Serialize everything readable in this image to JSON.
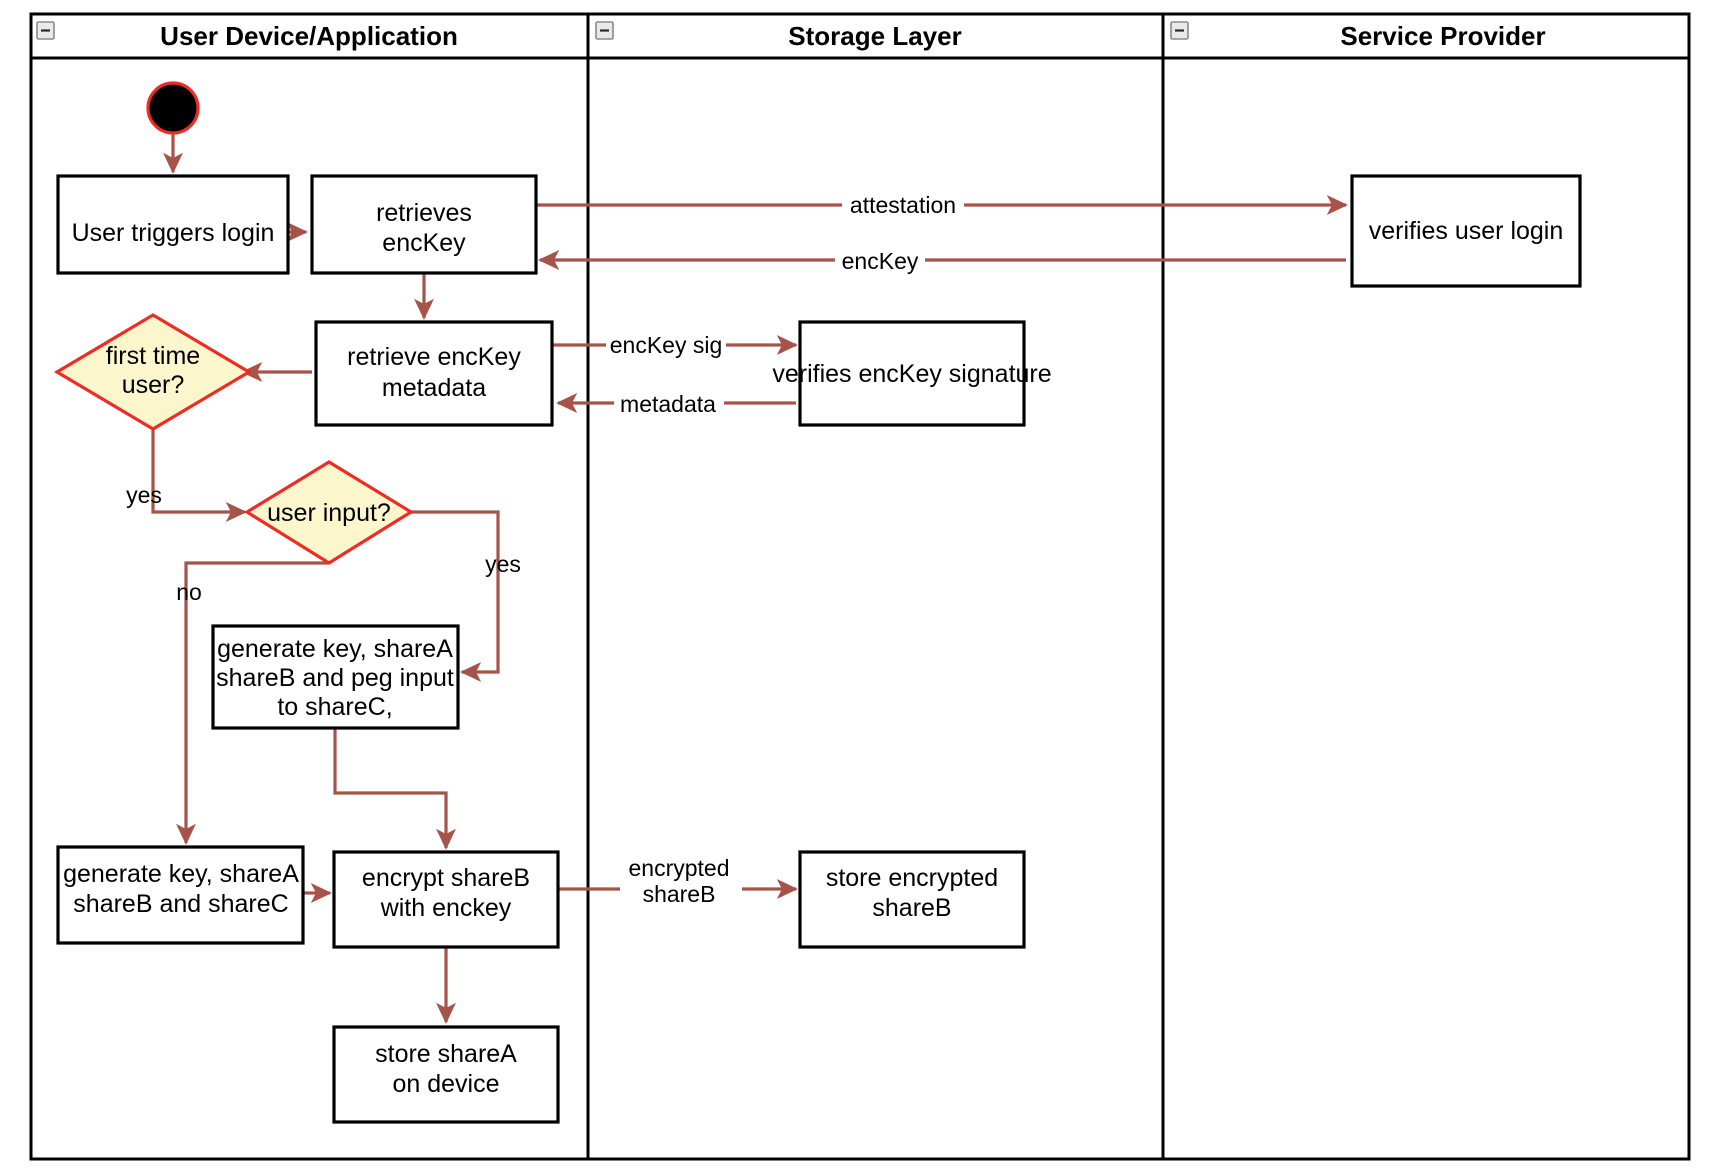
{
  "diagram": {
    "type": "uml-activity-swimlane",
    "colors": {
      "flow_arrow": "#a65449",
      "decision_fill": "#fcf6cd",
      "decision_border": "#ee2b24",
      "node_border": "#000000",
      "lane_border": "#000000",
      "init_node_fill": "#000000",
      "init_node_border": "#ee2b24",
      "background": "#ffffff"
    },
    "lanes": [
      {
        "id": "lane-user-device",
        "title": "User Device/Application",
        "collapse_icon": "collapse-minus-icon"
      },
      {
        "id": "lane-storage",
        "title": "Storage Layer",
        "collapse_icon": "collapse-minus-icon"
      },
      {
        "id": "lane-service-provider",
        "title": "Service Provider",
        "collapse_icon": "collapse-minus-icon"
      }
    ],
    "nodes": [
      {
        "id": "initial",
        "lane": "lane-user-device",
        "shape": "initial-node",
        "label": ""
      },
      {
        "id": "user-triggers-login",
        "lane": "lane-user-device",
        "shape": "action",
        "label": "User triggers login"
      },
      {
        "id": "retrieves-enckey",
        "lane": "lane-user-device",
        "shape": "action",
        "label": "retrieves\nencKey",
        "line1": "retrieves",
        "line2": "encKey"
      },
      {
        "id": "retrieve-enckey-metadata",
        "lane": "lane-user-device",
        "shape": "action",
        "label": "retrieve encKey\nmetadata",
        "line1": "retrieve encKey",
        "line2": "metadata"
      },
      {
        "id": "first-time-user",
        "lane": "lane-user-device",
        "shape": "decision",
        "label": "first time\nuser?",
        "line1": "first time",
        "line2": "user?"
      },
      {
        "id": "user-input",
        "lane": "lane-user-device",
        "shape": "decision",
        "label": "user input?",
        "line1": "user input?"
      },
      {
        "id": "generate-key-peg-input",
        "lane": "lane-user-device",
        "shape": "action",
        "label": "generate key, shareA\nshareB and peg input\nto shareC,",
        "line1": "generate key, shareA",
        "line2": "shareB and peg input",
        "line3": "to shareC,"
      },
      {
        "id": "generate-key-sharec",
        "lane": "lane-user-device",
        "shape": "action",
        "label": "generate key, shareA\nshareB and shareC",
        "line1": "generate key, shareA",
        "line2": "shareB and shareC"
      },
      {
        "id": "encrypt-shareb",
        "lane": "lane-user-device",
        "shape": "action",
        "label": "encrypt shareB\nwith enckey",
        "line1": "encrypt shareB",
        "line2": "with enckey"
      },
      {
        "id": "store-sharea",
        "lane": "lane-user-device",
        "shape": "action",
        "label": "store shareA\non device",
        "line1": "store shareA",
        "line2": "on device"
      },
      {
        "id": "verifies-enckey-signature",
        "lane": "lane-storage",
        "shape": "action",
        "label": "verifies encKey signature",
        "line1": "verifies encKey signature"
      },
      {
        "id": "store-encrypted-shareb",
        "lane": "lane-storage",
        "shape": "action",
        "label": "store encrypted\nshareB",
        "line1": "store encrypted",
        "line2": "shareB"
      },
      {
        "id": "verifies-user-login",
        "lane": "lane-service-provider",
        "shape": "action",
        "label": "verifies user login",
        "line1": "verifies user login"
      }
    ],
    "edges": [
      {
        "id": "e-init-login",
        "from": "initial",
        "to": "user-triggers-login",
        "label": ""
      },
      {
        "id": "e-login-retrieves",
        "from": "user-triggers-login",
        "to": "retrieves-enckey",
        "label": ""
      },
      {
        "id": "e-attestation",
        "from": "retrieves-enckey",
        "to": "verifies-user-login",
        "label": "attestation"
      },
      {
        "id": "e-enckey-back",
        "from": "verifies-user-login",
        "to": "retrieves-enckey",
        "label": "encKey"
      },
      {
        "id": "e-retrieves-metadata",
        "from": "retrieves-enckey",
        "to": "retrieve-enckey-metadata",
        "label": ""
      },
      {
        "id": "e-enckey-sig",
        "from": "retrieve-enckey-metadata",
        "to": "verifies-enckey-signature",
        "label": "encKey sig"
      },
      {
        "id": "e-metadata-back",
        "from": "verifies-enckey-signature",
        "to": "retrieve-enckey-metadata",
        "label": "metadata"
      },
      {
        "id": "e-metadata-firsttime",
        "from": "retrieve-enckey-metadata",
        "to": "first-time-user",
        "label": ""
      },
      {
        "id": "e-firsttime-yes",
        "from": "first-time-user",
        "to": "user-input",
        "label": "yes"
      },
      {
        "id": "e-userinput-yes",
        "from": "user-input",
        "to": "generate-key-peg-input",
        "label": "yes"
      },
      {
        "id": "e-userinput-no",
        "from": "user-input",
        "to": "generate-key-sharec",
        "label": "no"
      },
      {
        "id": "e-peg-encrypt",
        "from": "generate-key-peg-input",
        "to": "encrypt-shareb",
        "label": ""
      },
      {
        "id": "e-sharec-encrypt",
        "from": "generate-key-sharec",
        "to": "encrypt-shareb",
        "label": ""
      },
      {
        "id": "e-encrypted-shareb",
        "from": "encrypt-shareb",
        "to": "store-encrypted-shareb",
        "label": "encrypted\nshareB",
        "line1": "encrypted",
        "line2": "shareB"
      },
      {
        "id": "e-encrypt-store-sharea",
        "from": "encrypt-shareb",
        "to": "store-sharea",
        "label": ""
      }
    ],
    "labels": {
      "attestation": "attestation",
      "enckey": "encKey",
      "enckey_sig": "encKey sig",
      "metadata": "metadata",
      "yes_first_time": "yes",
      "yes_user_input": "yes",
      "no_user_input": "no",
      "encrypted_line1": "encrypted",
      "encrypted_line2": "shareB"
    }
  }
}
